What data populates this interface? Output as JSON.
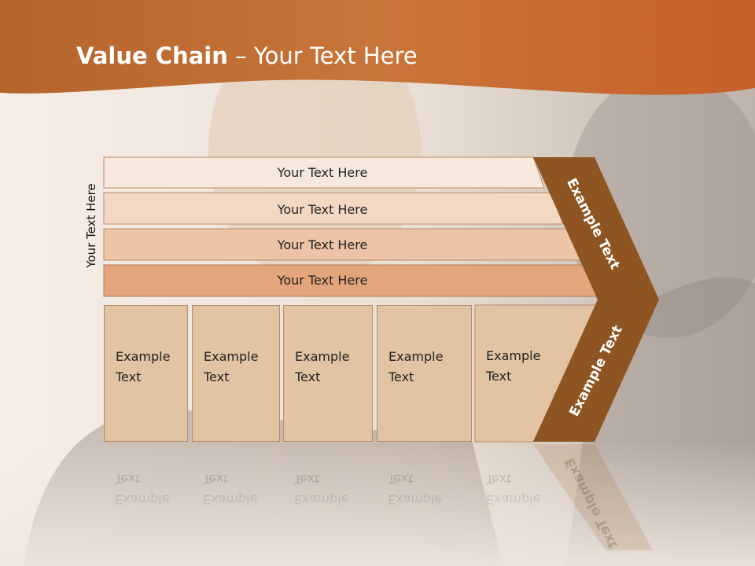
{
  "slide": {
    "title_bold": "Value Chain",
    "title_rest": " – Your Text Here",
    "side_label": "Your Text Here"
  },
  "bars": [
    {
      "label": "Your Text Here"
    },
    {
      "label": "Your Text Here"
    },
    {
      "label": "Your Text Here"
    },
    {
      "label": "Your Text Here"
    }
  ],
  "boxes": [
    {
      "line1": "Example",
      "line2": "Text"
    },
    {
      "line1": "Example",
      "line2": "Text"
    },
    {
      "line1": "Example",
      "line2": "Text"
    },
    {
      "line1": "Example",
      "line2": "Text"
    },
    {
      "line1": "Example",
      "line2": "Text"
    }
  ],
  "arrow": {
    "upper_label": "Example Text",
    "lower_label": "Example Text"
  },
  "colors": {
    "header": "#c86a2e",
    "arrow": "#8e5522",
    "bar1": "#f7e8dd",
    "bar2": "#f3d8c4",
    "bar3": "#edc4a6",
    "bar4": "#e4a47c",
    "box": "#e2c3a2"
  }
}
